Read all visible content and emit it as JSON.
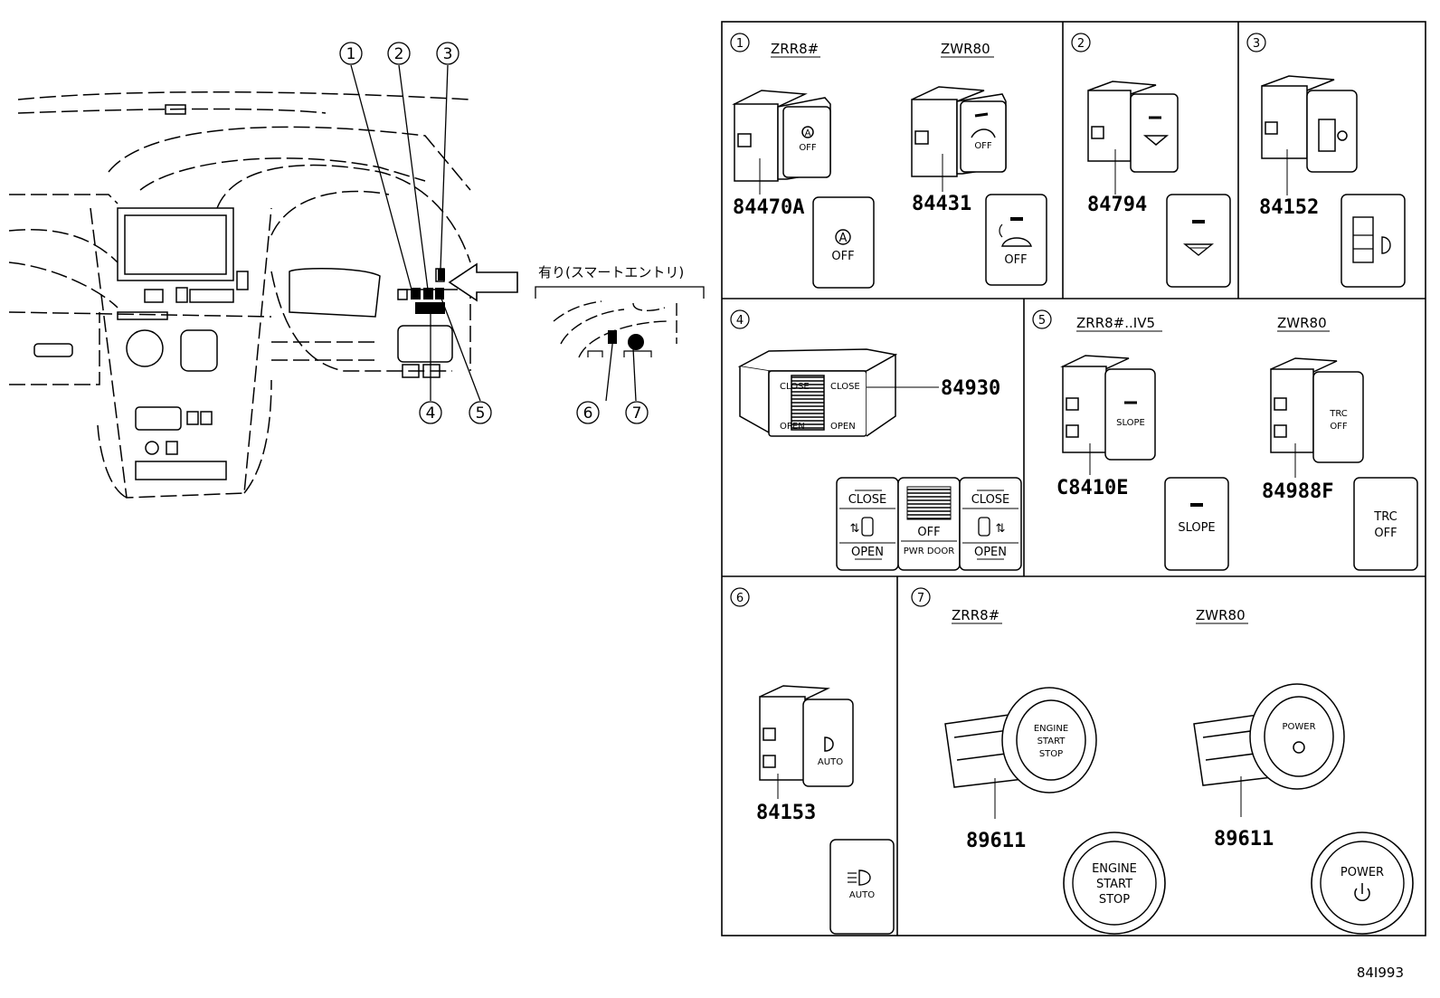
{
  "diagram_code": "84I993",
  "overview": {
    "callouts": [
      "1",
      "2",
      "3",
      "4",
      "5",
      "6",
      "7"
    ],
    "smart_entry_label": "有り(スマートエントリ)"
  },
  "panels": [
    {
      "num": "1",
      "models": [
        "ZRR8#",
        "ZWR80"
      ],
      "parts": [
        "84470A",
        "84431"
      ],
      "faces": [
        {
          "top": "A",
          "bottom": "OFF"
        },
        {
          "top": "",
          "bottom": "OFF"
        }
      ]
    },
    {
      "num": "2",
      "parts": [
        "84794"
      ]
    },
    {
      "num": "3",
      "parts": [
        "84152"
      ]
    },
    {
      "num": "4",
      "parts": [
        "84930"
      ],
      "face": {
        "left_top": "CLOSE",
        "left_bottom": "OPEN",
        "center_top": "OFF",
        "center_bottom": "PWR DOOR",
        "right_top": "CLOSE",
        "right_bottom": "OPEN"
      }
    },
    {
      "num": "5",
      "models": [
        "ZRR8#..IV5",
        "ZWR80"
      ],
      "parts": [
        "C8410E",
        "84988F"
      ],
      "faces": [
        {
          "text": "SLOPE"
        },
        {
          "line1": "TRC",
          "line2": "OFF"
        }
      ]
    },
    {
      "num": "6",
      "parts": [
        "84153"
      ],
      "face": {
        "text": "AUTO"
      }
    },
    {
      "num": "7",
      "models": [
        "ZRR8#",
        "ZWR80"
      ],
      "parts": [
        "89611",
        "89611"
      ],
      "faces": [
        {
          "line1": "ENGINE",
          "line2": "START",
          "line3": "STOP"
        },
        {
          "line1": "POWER"
        }
      ]
    }
  ],
  "colors": {
    "ink": "#000000",
    "paper": "#ffffff"
  }
}
